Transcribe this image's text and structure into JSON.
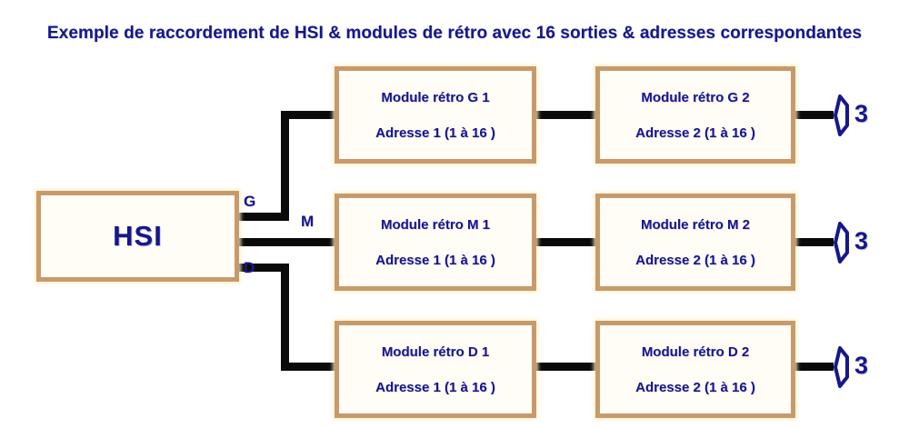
{
  "title": "Exemple de raccordement de HSI & modules de rétro avec 16 sorties  & adresses correspondantes",
  "colors": {
    "text_blue": "#17178c",
    "box_border_tan": "#c89a6b",
    "box_fill": "#fffdf6",
    "wire_black": "#0a0a0a",
    "background": "#ffffff"
  },
  "hsi": {
    "label": "HSI",
    "ports": [
      {
        "letter": "G",
        "row": "top"
      },
      {
        "letter": "M",
        "row": "middle"
      },
      {
        "letter": "D",
        "row": "bottom"
      }
    ]
  },
  "rows": [
    {
      "branch": "G",
      "modules": [
        {
          "name": "Module rétro G 1",
          "address": "Adresse 1 (1 à 16 )"
        },
        {
          "name": "Module rétro G 2",
          "address": "Adresse 2 (1 à 16 )"
        }
      ],
      "endpoint": {
        "icon": "connector-arrow-icon",
        "count": "3"
      }
    },
    {
      "branch": "M",
      "modules": [
        {
          "name": "Module rétro M 1",
          "address": "Adresse 1 (1 à 16 )"
        },
        {
          "name": "Module rétro M 2",
          "address": "Adresse 2 (1 à 16 )"
        }
      ],
      "endpoint": {
        "icon": "connector-arrow-icon",
        "count": "3"
      }
    },
    {
      "branch": "D",
      "modules": [
        {
          "name": "Module rétro D 1",
          "address": "Adresse 1 (1 à 16 )"
        },
        {
          "name": "Module rétro D 2",
          "address": "Adresse 2 (1 à 16 )"
        }
      ],
      "endpoint": {
        "icon": "connector-arrow-icon",
        "count": "3"
      }
    }
  ]
}
